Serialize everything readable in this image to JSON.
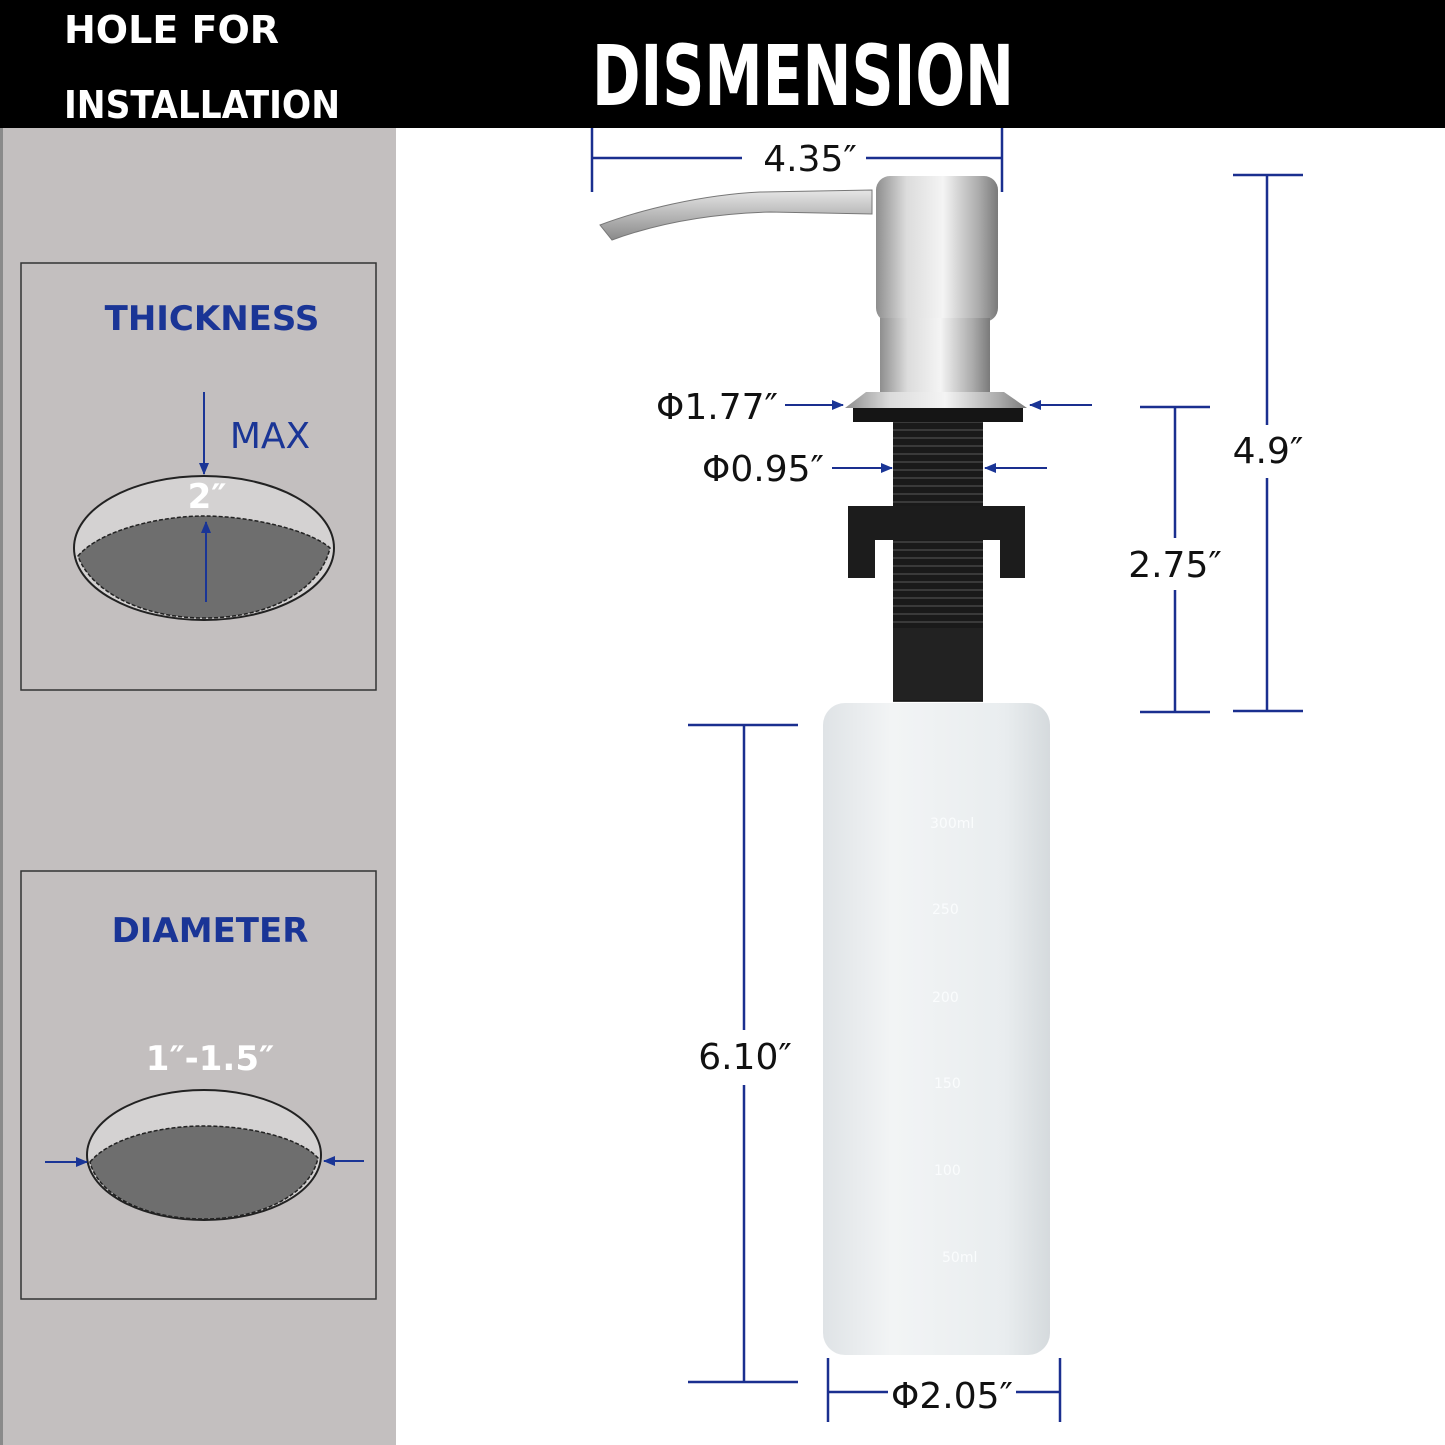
{
  "header": {
    "left_line1": "HOLE FOR",
    "left_line2": "INSTALLATION",
    "title": "DISMENSION"
  },
  "install_panel": {
    "thickness": {
      "title": "THICKNESS",
      "max_label": "MAX",
      "value": "2″"
    },
    "diameter": {
      "title": "DIAMETER",
      "value": "1″-1.5″"
    }
  },
  "dimensions": {
    "spout_length": "4.35″",
    "flange_diameter": "Φ1.77″",
    "shank_diameter": "Φ0.95″",
    "pump_height": "4.9″",
    "shank_length": "2.75″",
    "bottle_height": "6.10″",
    "bottle_diameter": "Φ2.05″"
  },
  "bottle_markings": [
    "300ml",
    "250",
    "200",
    "150",
    "100",
    "50ml"
  ],
  "colors": {
    "header_bg": "#000000",
    "panel_bg": "#c3bfbf",
    "accent_blue": "#1a3596",
    "dimension_line": "#1a2f8f",
    "hole_dark": "#6e6e6e",
    "steel": "#c9c9c9",
    "bottle": "#eef1f3"
  }
}
